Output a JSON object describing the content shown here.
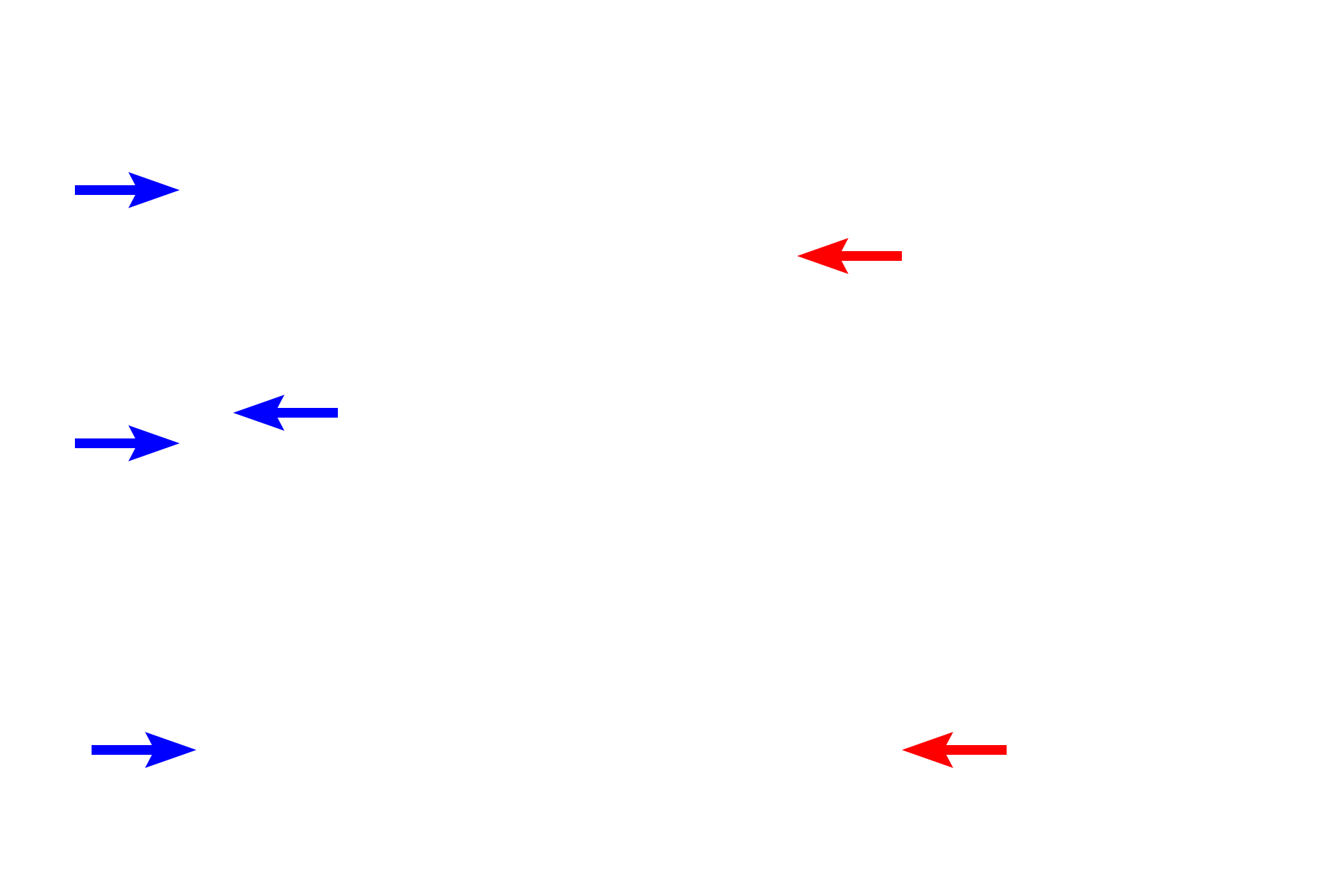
{
  "colors": {
    "blue": "#0000ff",
    "red": "#ff0000",
    "background": "#ffffff"
  },
  "arrows": [
    {
      "id": "arrow-1",
      "color": "blue",
      "direction": "right"
    },
    {
      "id": "arrow-2",
      "color": "red",
      "direction": "left"
    },
    {
      "id": "arrow-3",
      "color": "blue",
      "direction": "left"
    },
    {
      "id": "arrow-4",
      "color": "blue",
      "direction": "right"
    },
    {
      "id": "arrow-5",
      "color": "blue",
      "direction": "right"
    },
    {
      "id": "arrow-6",
      "color": "red",
      "direction": "left"
    }
  ]
}
